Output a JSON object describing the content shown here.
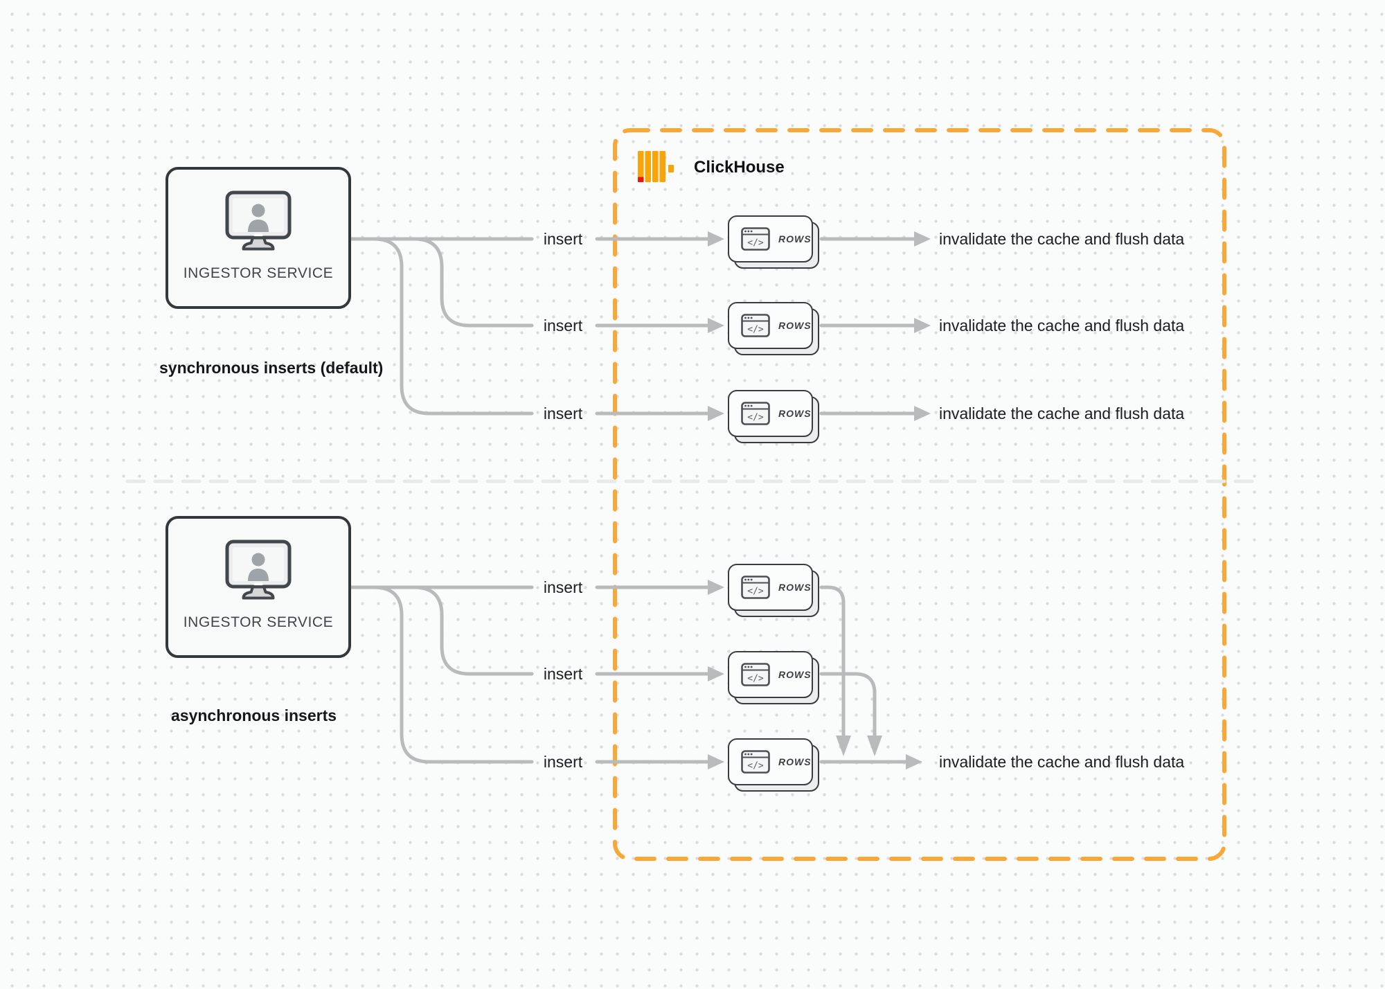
{
  "ingestor": {
    "label": "INGESTOR SERVICE"
  },
  "sections": {
    "sync": {
      "label": "synchronous inserts (default)"
    },
    "async": {
      "label": "asynchronous inserts"
    }
  },
  "clickhouse": {
    "wordmark": "ClickHouse"
  },
  "flow": {
    "insert_label": "insert",
    "invalidate_label": "invalidate the cache and flush data"
  },
  "rows_card": {
    "label": "ROWS",
    "code_glyph": "</>"
  },
  "colors": {
    "accent_orange": "#F9A838",
    "logo_yellow": "#F7A50A",
    "logo_red": "#F01410",
    "wire_gray": "#B9BABB",
    "box_border": "#33383D",
    "divider_gray": "#E8E9EA"
  }
}
